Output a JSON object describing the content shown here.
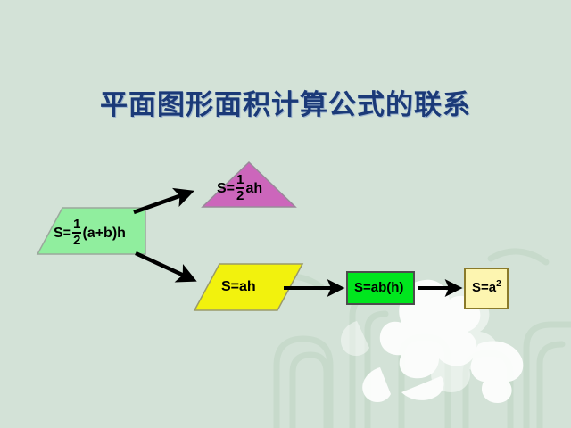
{
  "slide": {
    "title": "平面图形面积计算公式的联系",
    "background_color": "#d3e2d7",
    "title_color": "#1b3a78"
  },
  "shapes": [
    {
      "id": "trapezoid",
      "name": "trapezoid-shape",
      "label_parts": {
        "lead": "S=",
        "numerator": "1",
        "denominator": "2",
        "tail": "(a+b)h"
      },
      "formula_text": "S=1/2(a+b)h",
      "fill": "#90ee9e",
      "stroke": "#808080"
    },
    {
      "id": "triangle",
      "name": "triangle-shape",
      "label_parts": {
        "lead": "S=",
        "numerator": "1",
        "denominator": "2",
        "tail": "ah"
      },
      "formula_text": "S=1/2ah",
      "fill": "#cc66bb",
      "stroke": "#808080"
    },
    {
      "id": "parallelogram",
      "name": "parallelogram-shape",
      "formula_text": "S=ah",
      "fill": "#f2f20d",
      "stroke": "#808080"
    },
    {
      "id": "rectangle",
      "name": "rectangle-shape",
      "formula_text": "S=ab(h)",
      "fill": "#00e61e",
      "stroke": "#4d4d4d"
    },
    {
      "id": "square",
      "name": "square-shape",
      "label_parts": {
        "lead": "S=a",
        "exponent": "2"
      },
      "formula_text": "S=a2",
      "fill": "#fdf5b0",
      "stroke": "#8a7a2a"
    }
  ],
  "arrows": [
    {
      "id": "arrow-trapezoid-to-triangle",
      "from": "trapezoid",
      "to": "triangle",
      "color": "#000000"
    },
    {
      "id": "arrow-trapezoid-to-parallelogram",
      "from": "trapezoid",
      "to": "parallelogram",
      "color": "#000000"
    },
    {
      "id": "arrow-parallelogram-to-rectangle",
      "from": "parallelogram",
      "to": "rectangle",
      "color": "#000000"
    },
    {
      "id": "arrow-rectangle-to-square",
      "from": "rectangle",
      "to": "square",
      "color": "#000000"
    }
  ]
}
